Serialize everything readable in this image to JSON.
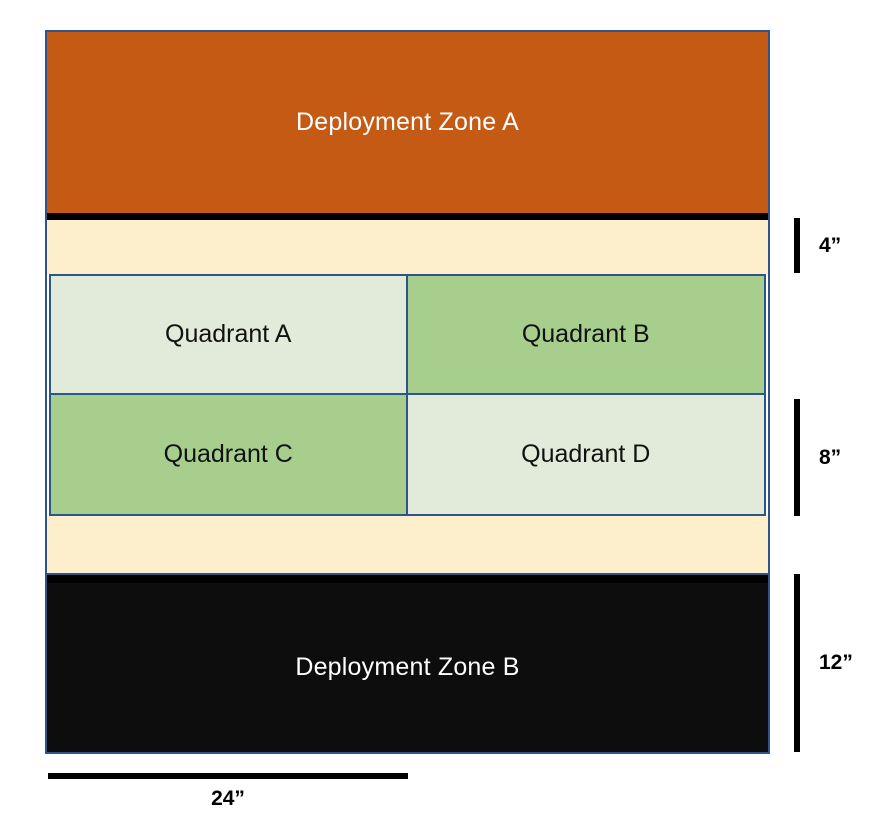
{
  "diagram": {
    "type": "layered-stack-cross-section",
    "bands": [
      {
        "id": "zone-a",
        "label": "Deployment Zone A",
        "fill": "#C45A14",
        "text_color": "#FFFFFF"
      },
      {
        "id": "separator-1",
        "label": "",
        "fill": "#000000",
        "text_color": ""
      },
      {
        "id": "cream-top",
        "label": "",
        "fill": "#FDEFCB",
        "text_color": ""
      },
      {
        "id": "cream-bottom",
        "label": "",
        "fill": "#FDEFCB",
        "text_color": ""
      },
      {
        "id": "separator-2",
        "label": "",
        "fill": "#000000",
        "text_color": ""
      },
      {
        "id": "zone-b",
        "label": "Deployment Zone B",
        "fill": "#0D0D0D",
        "text_color": "#FFFFFF"
      }
    ],
    "quadrants": [
      {
        "id": "quadrant-a",
        "label": "Quadrant A",
        "fill": "#E2EBD9"
      },
      {
        "id": "quadrant-b",
        "label": "Quadrant B",
        "fill": "#A8CE8E"
      },
      {
        "id": "quadrant-c",
        "label": "Quadrant C",
        "fill": "#A8CE8E"
      },
      {
        "id": "quadrant-d",
        "label": "Quadrant D",
        "fill": "#E2EBD9"
      }
    ],
    "dimensions": {
      "vertical": [
        {
          "id": "dim-4",
          "label": "4”",
          "measures": "cream-top-band"
        },
        {
          "id": "dim-8",
          "label": "8”",
          "measures": "quadrant-row-c-d"
        },
        {
          "id": "dim-12",
          "label": "12”",
          "measures": "deployment-zone-b"
        }
      ],
      "horizontal": [
        {
          "id": "dim-24",
          "label": "24”",
          "measures": "overall-width"
        }
      ]
    },
    "colors": {
      "border_blue": "#2E5588",
      "orange": "#C45A14",
      "cream": "#FDEFCB",
      "green_light": "#E2EBD9",
      "green_dark": "#A8CE8E",
      "black": "#0D0D0D",
      "dimension_line": "#000000"
    }
  }
}
